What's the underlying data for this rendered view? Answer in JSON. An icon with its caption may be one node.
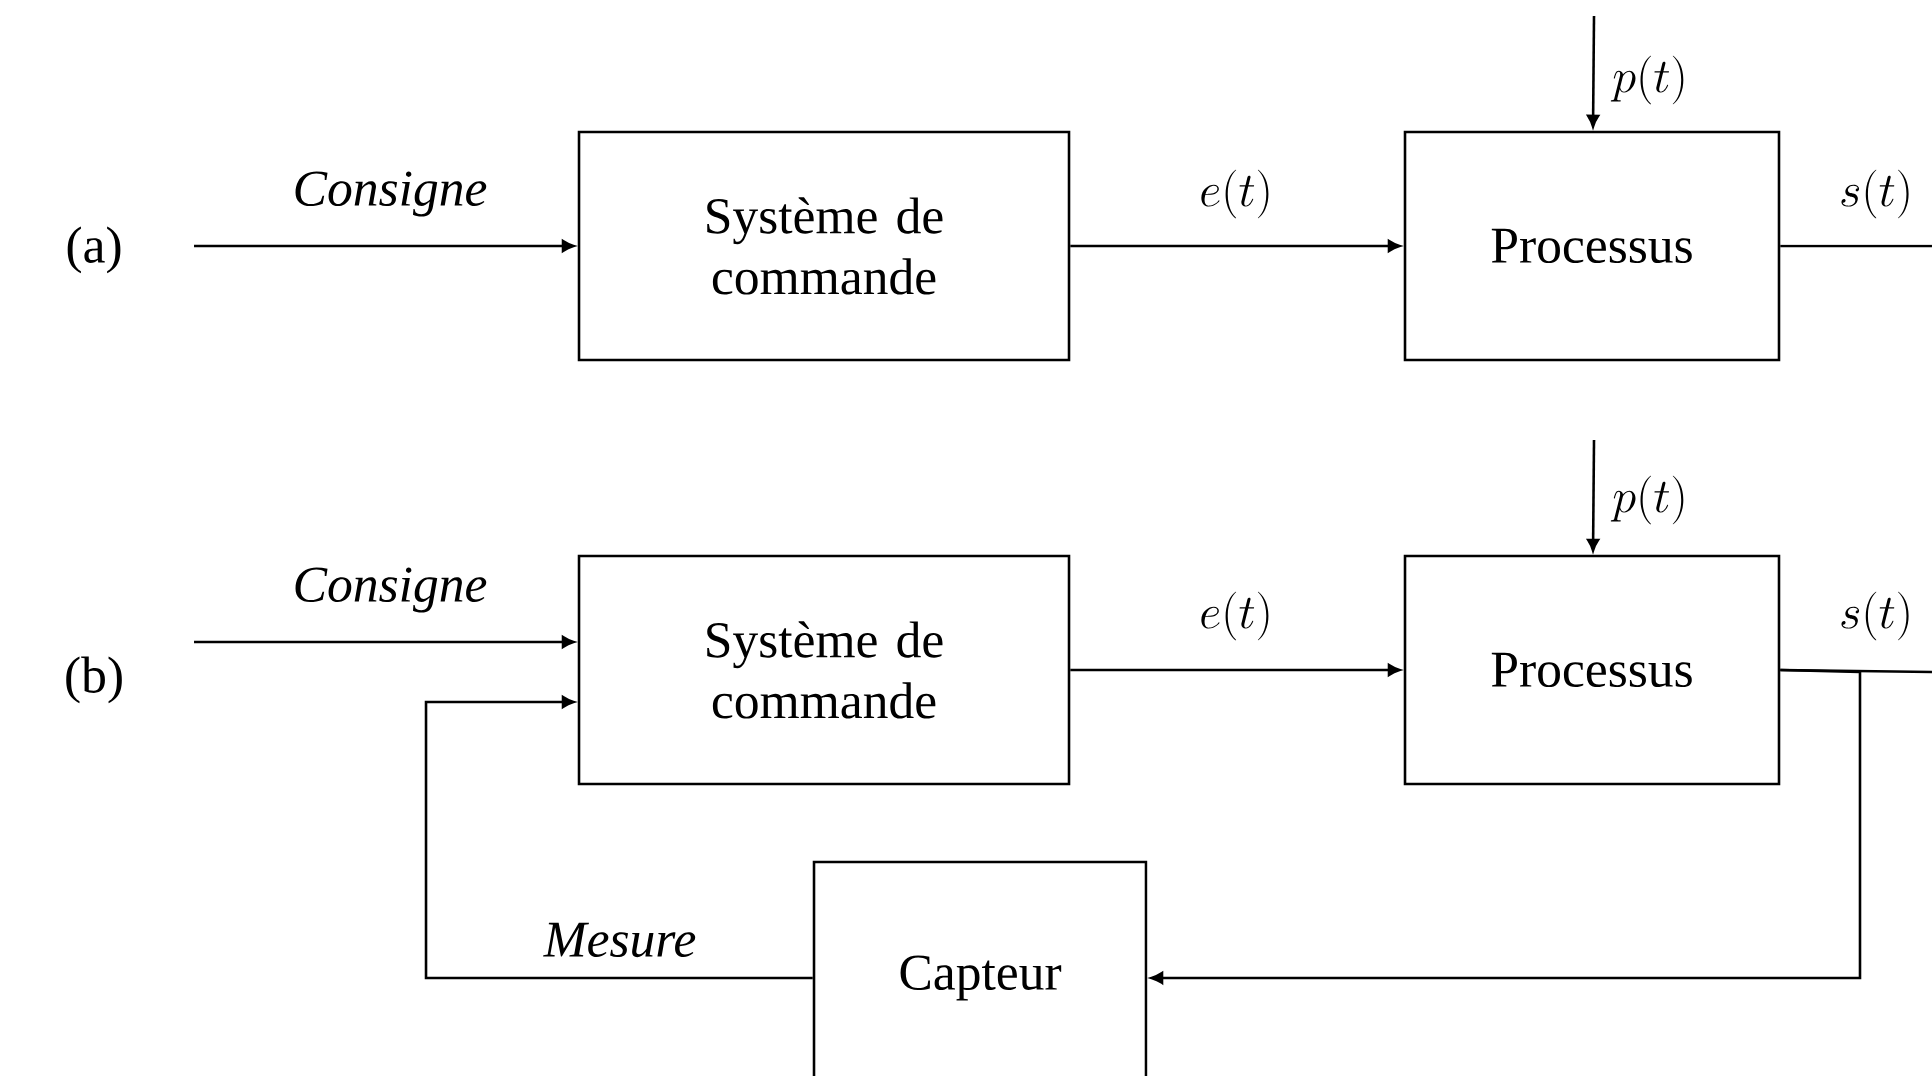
{
  "diagram": {
    "nodes": [
      {
        "text": [
          "Système de commande"
        ]
      },
      {
        "text": [
          "Processus"
        ]
      },
      {
        "text": [
          "Système de commande"
        ]
      },
      {
        "text": [
          "Processus"
        ]
      },
      {
        "text": [
          "Capteur"
        ]
      }
    ],
    "edges": [
      {
        "from": null,
        "to": 0,
        "arrow": "to",
        "label": "Consigne"
      },
      {
        "from": 0,
        "to": 1,
        "arrow": "to",
        "label": "e(t)"
      },
      {
        "from": null,
        "to": 1,
        "arrow": "to",
        "label": "p(t)"
      },
      {
        "from": 1,
        "to": null,
        "arrow": "none",
        "label": "s(t)"
      },
      {
        "from": null,
        "to": 2,
        "arrow": "to",
        "label": "Consigne"
      },
      {
        "from": 2,
        "to": 3,
        "arrow": "to",
        "label": "e(t)"
      },
      {
        "from": null,
        "to": 3,
        "arrow": "to",
        "label": "p(t)"
      },
      {
        "from": 3,
        "to": null,
        "arrow": "none",
        "label": "s(t)"
      },
      {
        "from": 3,
        "to": 4,
        "arrow": "to"
      },
      {
        "from": 4,
        "to": 2,
        "arrow": "to",
        "label": "Mesure"
      }
    ],
    "labels": [
      "(a)",
      "(b)"
    ]
  }
}
